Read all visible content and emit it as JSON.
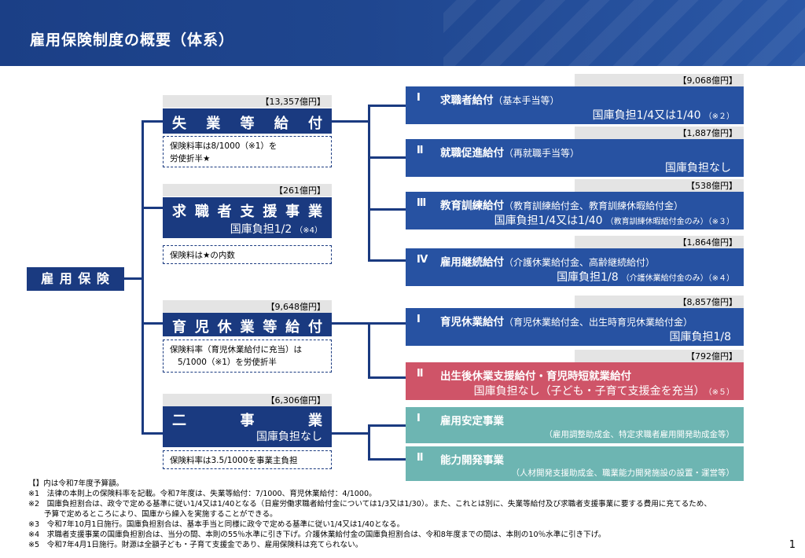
{
  "title": "雇用保険制度の概要（体系）",
  "root": "雇 用 保 険",
  "left": [
    {
      "budget": "【13,357億円】",
      "chars": [
        "失",
        "業",
        "等",
        "給",
        "付"
      ],
      "sub": "",
      "note1": "保険料率は8/1000（※1）を",
      "note2": "労使折半★"
    },
    {
      "budget": "【261億円】",
      "chars": [
        "求",
        "職",
        "者",
        "支",
        "援",
        "事",
        "業"
      ],
      "sub": "国庫負担1/2",
      "subnote": "（※4）",
      "note1": "保険料は★の内数",
      "note2": ""
    },
    {
      "budget": "【9,648億円】",
      "chars": [
        "育",
        "児",
        "休",
        "業",
        "等",
        "給",
        "付"
      ],
      "sub": "",
      "note1": "保険料率（育児休業給付に充当）は",
      "note2": "5/1000（※1）を労使折半"
    },
    {
      "budget": "【6,306億円】",
      "chars": [
        "二",
        "事",
        "業"
      ],
      "sub": "国庫負担なし",
      "note1": "保険料率は3.5/1000を事業主負担",
      "note2": ""
    }
  ],
  "right": [
    {
      "budget": "【9,068億円】",
      "num": "Ⅰ",
      "name": "求職者給付",
      "paren": "（基本手当等）",
      "sub": "国庫負担1/4又は1/40",
      "subsmall": "（※２）"
    },
    {
      "budget": "【1,887億円】",
      "num": "Ⅱ",
      "name": "就職促進給付",
      "paren": "（再就職手当等）",
      "sub": "国庫負担なし",
      "subsmall": ""
    },
    {
      "budget": "【538億円】",
      "num": "Ⅲ",
      "name": "教育訓練給付",
      "paren": "（教育訓練給付金、教育訓練休暇給付金）",
      "sub": "国庫負担1/4又は1/40",
      "subsmall": "（教育訓練休暇給付金のみ）（※３）"
    },
    {
      "budget": "【1,864億円】",
      "num": "Ⅳ",
      "name": "雇用継続給付",
      "paren": "（介護休業給付金、高齢継続給付）",
      "sub": "国庫負担1/8",
      "subsmall": "（介護休業給付金のみ）（※４）"
    },
    {
      "budget": "【8,857億円】",
      "num": "Ⅰ",
      "name": "育児休業給付",
      "paren": "（育児休業給付金、出生時育児休業給付金）",
      "sub": "国庫負担1/8",
      "subsmall": ""
    },
    {
      "budget": "【792億円】",
      "num": "Ⅱ",
      "name": "出生後休業支援給付・育児時短就業給付",
      "paren": "",
      "sub": "国庫負担なし（子ども・子育て支援金を充当）",
      "subsmall": "（※５）"
    },
    {
      "budget": "",
      "num": "Ⅰ",
      "name": "雇用安定事業",
      "paren": "",
      "sub": "（雇用調整助成金、特定求職者雇用開発助成金等）",
      "subsmall": ""
    },
    {
      "budget": "",
      "num": "Ⅱ",
      "name": "能力開発事業",
      "paren": "",
      "sub": "（人材開発支援助成金、職業能力開発施設の設置・運営等）",
      "subsmall": ""
    }
  ],
  "footnotes": [
    "【】内は令和7年度予算額。",
    "※1　法律の本則上の保険料率を記載。令和7年度は、失業等給付：7/1000、育児休業給付：4/1000。",
    "※2　国庫負担割合は、政令で定める基準に従い1/4又は1/40となる（日雇労働求職者給付金については1/3又は1/30）。また、これとは別に、失業等給付及び求職者支援事業に要する費用に充てるため、",
    "予算で定めるところにより、国庫から繰入を実施することができる。",
    "※3　令和7年10月1日施行。国庫負担割合は、基本手当と同様に政令で定める基準に従い1/4又は1/40となる。",
    "※4　求職者支援事業の国庫負担割合は、当分の間、本則の55％水準に引き下げ。介護休業給付金の国庫負担割合は、令和8年度までの間は、本則の10％水準に引き下げ。",
    "※5　令和7年4月1日施行。財源は全額子ども・子育て支援金であり、雇用保険料は充てられない。"
  ],
  "page_number": "1",
  "colors": {
    "navy": "#1a3a80",
    "blue": "#2752a2",
    "red": "#cf5468",
    "teal": "#6db5b2",
    "tag": "#e4e4e4"
  }
}
